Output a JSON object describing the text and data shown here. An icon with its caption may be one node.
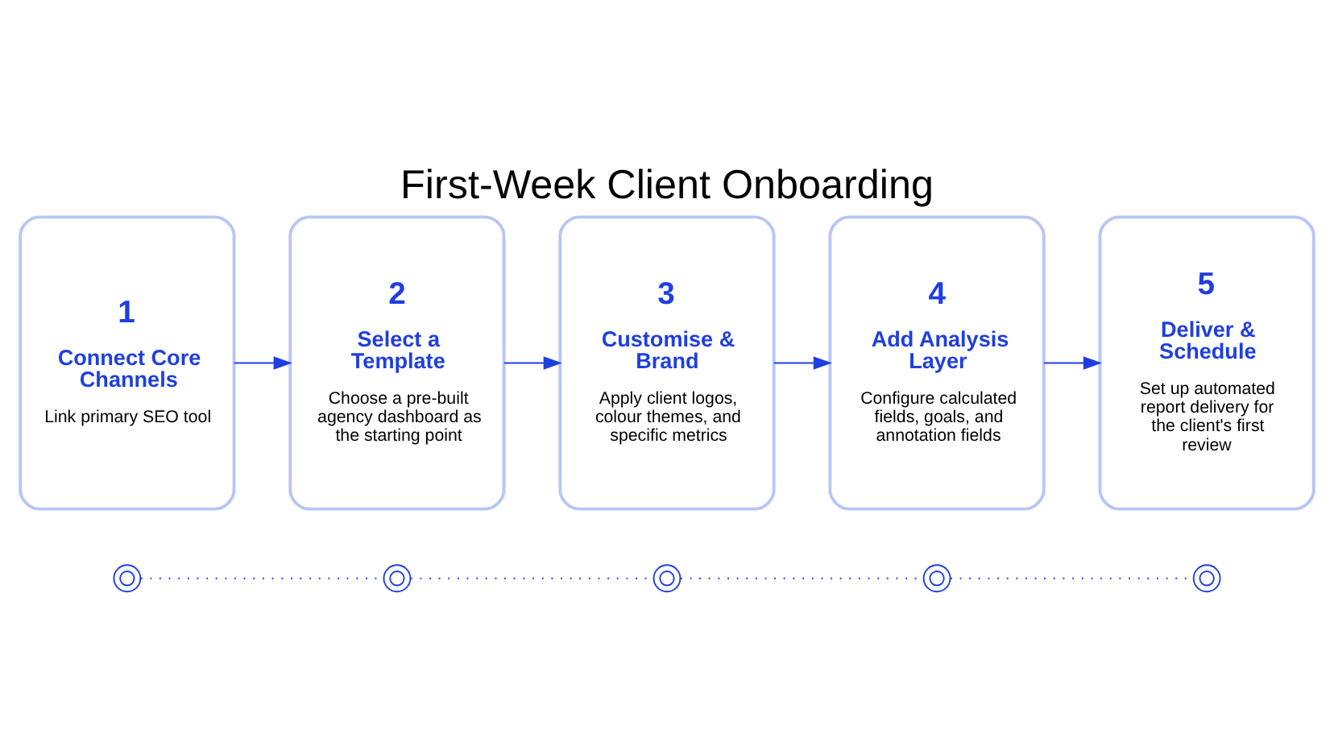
{
  "diagram": {
    "title": "First-Week Client Onboarding",
    "nodes": [
      {
        "text": [
          "1",
          "Connect Core Channels",
          "Link primary SEO tool"
        ]
      },
      {
        "text": [
          "2",
          "Select a Template",
          "Choose a pre-built agency dashboard as the starting point"
        ]
      },
      {
        "text": [
          "3",
          "Customise & Brand",
          "Apply client logos, colour themes, and specific metrics"
        ]
      },
      {
        "text": [
          "4",
          "Add Analysis Layer",
          "Configure calculated fields, goals, and annotation fields"
        ]
      },
      {
        "text": [
          "5",
          "Deliver & Schedule",
          "Set up automated report delivery for the client's first review"
        ]
      },
      {
        "text": [],
        "shape": "circle"
      },
      {
        "text": [],
        "shape": "circle"
      },
      {
        "text": [],
        "shape": "circle"
      },
      {
        "text": [],
        "shape": "circle"
      },
      {
        "text": [],
        "shape": "circle"
      }
    ],
    "edges": [
      {
        "from": 0,
        "to": 1,
        "arrow": "to"
      },
      {
        "from": 1,
        "to": 2,
        "arrow": "to"
      },
      {
        "from": 2,
        "to": 3,
        "arrow": "to"
      },
      {
        "from": 3,
        "to": 4,
        "arrow": "to"
      },
      {
        "from": 5,
        "to": 6,
        "arrow": "none",
        "style": "dashed"
      },
      {
        "from": 6,
        "to": 7,
        "arrow": "none",
        "style": "dashed"
      },
      {
        "from": 7,
        "to": 8,
        "arrow": "none",
        "style": "dashed"
      },
      {
        "from": 8,
        "to": 9,
        "arrow": "none",
        "style": "dashed"
      }
    ]
  }
}
